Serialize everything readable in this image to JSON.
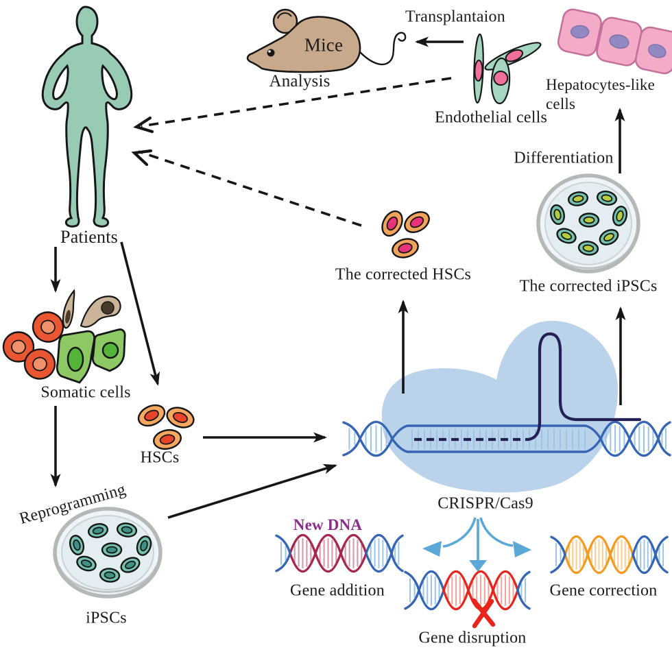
{
  "figure": {
    "title": "CRISPR/Cas9 gene therapy workflow diagram",
    "labels": {
      "patients": "Patients",
      "mice": "Mice",
      "analysis": "Analysis",
      "transplantation": "Transplantaion",
      "hepatocytes_line1": "Hepatocytes-like",
      "hepatocytes_line2": "cells",
      "endothelial": "Endothelial cells",
      "differentiation": "Differentiation",
      "corrected_ipscs": "The corrected iPSCs",
      "corrected_hscs": "The corrected HSCs",
      "crispr": "CRISPR/Cas9",
      "somatic": "Somatic cells",
      "hscs": "HSCs",
      "reprogramming": "Reprogramming",
      "ipscs": "iPSCs",
      "new_dna": "New DNA",
      "gene_addition": "Gene addition",
      "gene_disruption": "Gene disruption",
      "gene_correction": "Gene correction"
    },
    "colors": {
      "patient": "#97cbb4",
      "mouse": "#c8a98b",
      "hepatocyte": "#f4abc7",
      "hepatocyte_nucleus": "#9389c2",
      "endothelial": "#a5d6bf",
      "endothelial_nucleus": "#f0709c",
      "hsc": "#f6a860",
      "hsc_nucleus": "#e8442a",
      "corrected_hsc": "#f3a45c",
      "corrected_hsc_nucleus": "#e83279",
      "ipsc_cell": "#74c2ae",
      "ipsc_nucleus": "#3e9187",
      "corrected_ipsc_nucleus": "#b6cc40",
      "somatic_red": "#ea5632",
      "somatic_red_inner": "#f1916b",
      "somatic_green": "#8cc863",
      "somatic_green_nucleus": "#54b43a",
      "somatic_tan": "#cbb49a",
      "somatic_tan_nucleus": "#4a3a28",
      "cas9_blob": "#bad3ea",
      "dna_blue": "#3565b5",
      "dna_rung": "#9bc4e8",
      "grna_navy": "#241f54",
      "new_dna": "#a8274e",
      "new_dna_rung": "#d493a8",
      "disruption_red": "#e8251c",
      "disruption_rung": "#f2a39c",
      "correction_orange": "#f49c20",
      "correction_rung": "#f8cd90",
      "fan_blue": "#5aa7d8",
      "arrow": "#161616",
      "new_dna_label": "#8c2d8c",
      "text": "#1c1c1c"
    }
  }
}
